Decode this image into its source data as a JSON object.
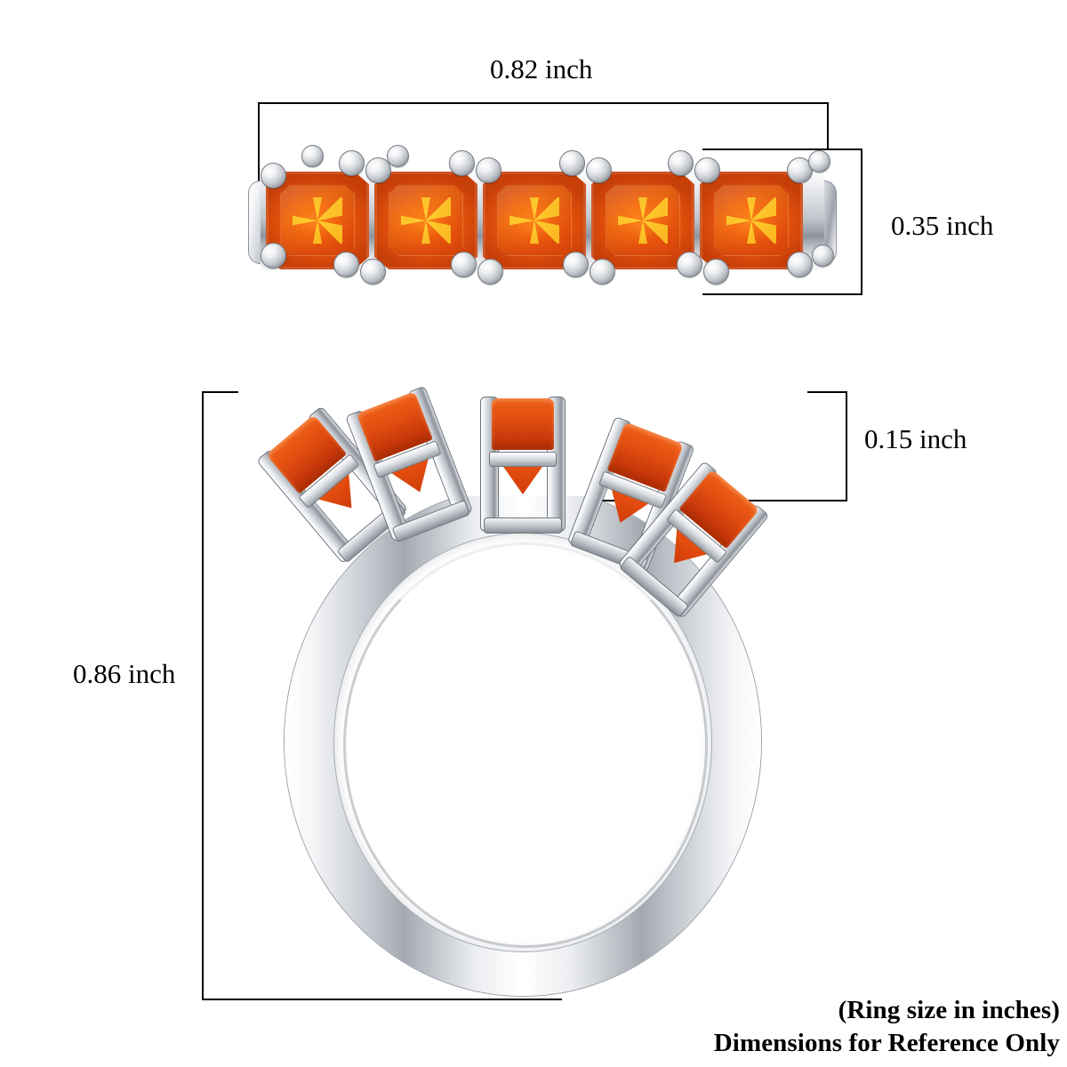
{
  "product": {
    "kind": "ring-dimension-diagram",
    "metal_color": "#c9ccd2",
    "gem_color_top": "#e8520f",
    "gem_color_side": "#d43a12",
    "stone_count": 5,
    "stone_shape": "emerald-cut"
  },
  "views": {
    "top": {
      "name": "top-view",
      "label": "Top view of ring band with five octagonal orange gemstones"
    },
    "side": {
      "name": "side-view",
      "label": "Side profile view of ring showing band height"
    }
  },
  "dimensions": {
    "width": {
      "id": "width",
      "value": "0.82 inch",
      "orientation": "horizontal"
    },
    "head_height": {
      "id": "head-height",
      "value": "0.35 inch",
      "orientation": "vertical"
    },
    "stone_height": {
      "id": "stone-height",
      "value": "0.15 inch",
      "orientation": "vertical"
    },
    "ring_height": {
      "id": "ring-height",
      "value": "0.86 inch",
      "orientation": "vertical"
    }
  },
  "footer": {
    "line1": "(Ring size in inches)",
    "line2": "Dimensions for Reference Only"
  }
}
